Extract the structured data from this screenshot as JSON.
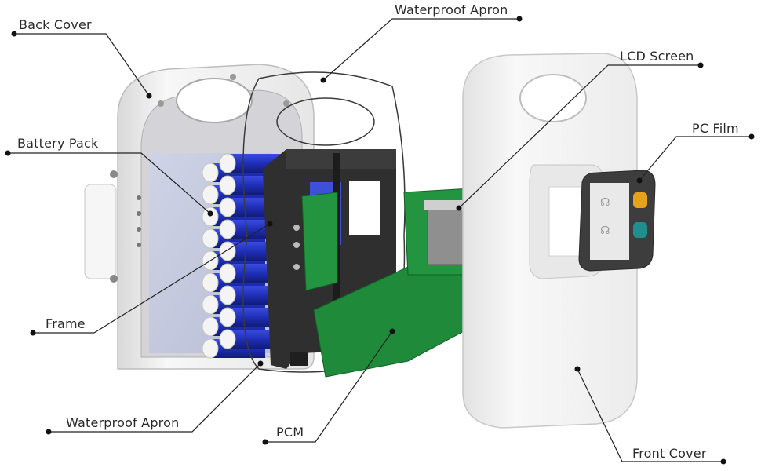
{
  "labels": {
    "back_cover": "Back Cover",
    "waterproof_apron_top": "Waterproof Apron",
    "lcd_screen": "LCD Screen",
    "pc_film": "PC Film",
    "battery_pack": "Battery Pack",
    "frame": "Frame",
    "waterproof_apron_bottom": "Waterproof Apron",
    "pcm": "PCM",
    "front_cover": "Front Cover"
  },
  "colors": {
    "leader_line": "#222222",
    "cell_blue": "#2536c8",
    "pcb_green": "#1f8a3a",
    "shell_white": "#f2f2f2",
    "frame_black": "#2b2b2b",
    "button_orange": "#e6a21a",
    "button_teal": "#1e8e8e"
  }
}
